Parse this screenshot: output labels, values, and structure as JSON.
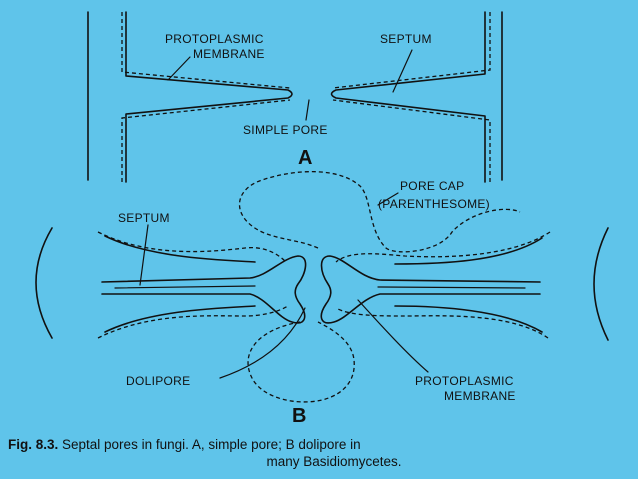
{
  "labels": {
    "a_protoplasmic_1": "PROTOPLASMIC",
    "a_protoplasmic_2": "MEMBRANE",
    "a_septum": "SEPTUM",
    "a_simple_pore": "SIMPLE PORE",
    "panel_a": "A",
    "b_pore_cap_1": "PORE CAP",
    "b_pore_cap_2": "(PARENTHESOME)",
    "b_septum": "SEPTUM",
    "b_dolipore": "DOLIPORE",
    "b_protoplasmic_1": "PROTOPLASMIC",
    "b_protoplasmic_2": "MEMBRANE",
    "panel_b": "B"
  },
  "caption": {
    "figure_number": "Fig. 8.3.",
    "text_line1": " Septal pores in fungi. A, simple pore; B dolipore in",
    "text_line2": "many Basidiomycetes."
  },
  "colors": {
    "background": "#5fc4ea",
    "ink": "#111111"
  }
}
